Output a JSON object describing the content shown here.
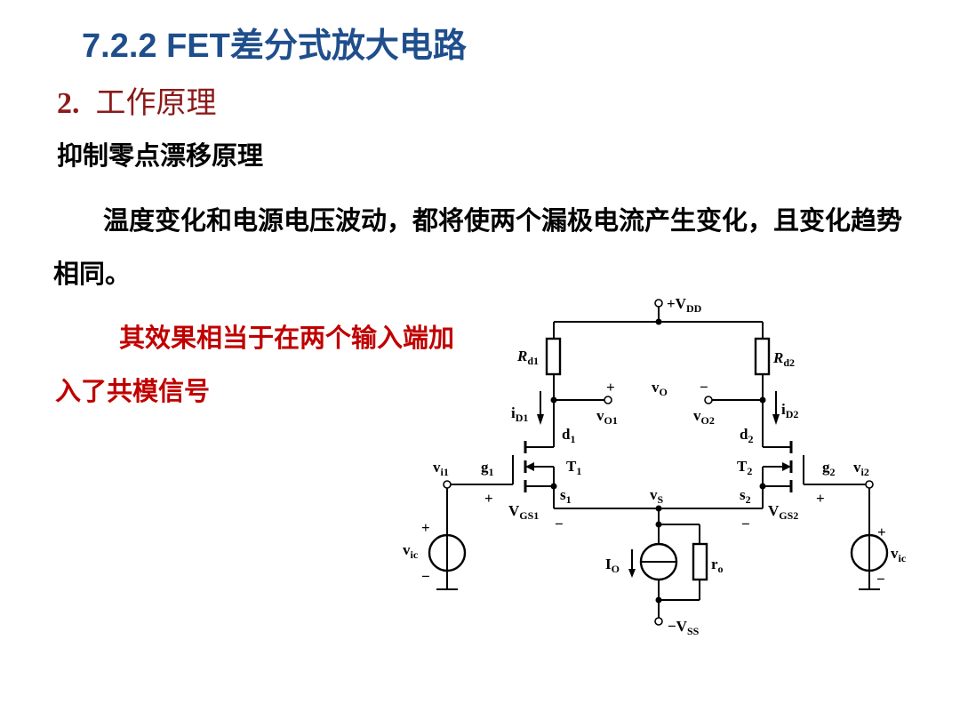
{
  "slide": {
    "title": "7.2.2 FET差分式放大电路",
    "section_number": "2.",
    "section_title": "工作原理",
    "heading": "抑制零点漂移原理",
    "paragraph": "温度变化和电源电压波动，都将使两个漏极电流产生变化，且变化趋势相同。",
    "highlight": "其效果相当于在两个输入端加入了共模信号"
  },
  "colors": {
    "title": "#1f4e8c",
    "section": "#8b1a1a",
    "highlight": "#c00000"
  },
  "circuit": {
    "vdd": "+V",
    "vdd_sub": "DD",
    "vss": "−V",
    "vss_sub": "SS",
    "rd1": "R",
    "rd1_sub": "d1",
    "rd2": "R",
    "rd2_sub": "d2",
    "vo": "v",
    "vo_sub": "O",
    "vo_plus": "+",
    "vo_minus": "−",
    "vo1": "v",
    "vo1_sub": "O1",
    "vo2": "v",
    "vo2_sub": "O2",
    "id1": "i",
    "id1_sub": "D1",
    "id2": "i",
    "id2_sub": "D2",
    "d1": "d",
    "d1_sub": "1",
    "d2": "d",
    "d2_sub": "2",
    "g1": "g",
    "g1_sub": "1",
    "g2": "g",
    "g2_sub": "2",
    "s1": "s",
    "s1_sub": "1",
    "s2": "s",
    "s2_sub": "2",
    "t1": "T",
    "t1_sub": "1",
    "t2": "T",
    "t2_sub": "2",
    "vi1": "v",
    "vi1_sub": "i1",
    "vi2": "v",
    "vi2_sub": "i2",
    "vs": "v",
    "vs_sub": "S",
    "vgs1": "V",
    "vgs1_sub": "GS1",
    "vgs2": "V",
    "vgs2_sub": "GS2",
    "vgs_plus": "+",
    "vgs_minus": "−",
    "vic": "v",
    "vic_sub": "ic",
    "src_plus": "+",
    "src_minus": "−",
    "io": "I",
    "io_sub": "O",
    "ro": "r",
    "ro_sub": "o"
  }
}
